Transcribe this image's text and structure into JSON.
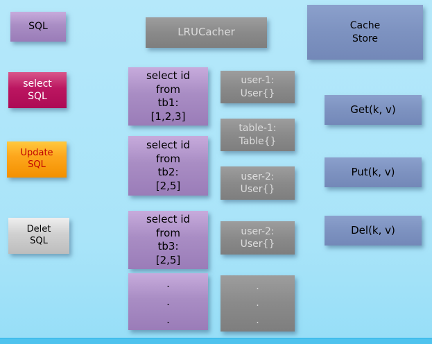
{
  "diagram": {
    "sql_sources": [
      {
        "label": "SQL"
      },
      {
        "label": "select\nSQL"
      },
      {
        "label": "Update\nSQL"
      },
      {
        "label": "Delet\nSQL"
      }
    ],
    "lru_cacher": {
      "label": "LRUCacher"
    },
    "cache_store": {
      "label": "Cache\nStore"
    },
    "queries": [
      {
        "label": "select id\nfrom\ntb1:\n[1,2,3]"
      },
      {
        "label": "select id\nfrom\ntb2:\n[2,5]"
      },
      {
        "label": "select id\nfrom\ntb3:\n[2,5]"
      },
      {
        "label": ".\n.\n."
      }
    ],
    "cache_entries": [
      {
        "label": "user-1:\nUser{}"
      },
      {
        "label": "table-1:\nTable{}"
      },
      {
        "label": "user-2:\nUser{}"
      },
      {
        "label": "user-2:\nUser{}"
      },
      {
        "label": ".\n.\n."
      }
    ],
    "operations": [
      {
        "label": "Get(k, v)"
      },
      {
        "label": "Put(k, v)"
      },
      {
        "label": "Del(k, v)"
      }
    ],
    "colors": {
      "background": "#a9e4f9",
      "bottom_strip": "#4fc3ee",
      "purple": "#a98dc4",
      "magenta": "#bb1660",
      "orange": "#fda71d",
      "silver": "#d0d0d0",
      "gray": "#8a8a8a",
      "slate": "#7d92c0"
    }
  }
}
